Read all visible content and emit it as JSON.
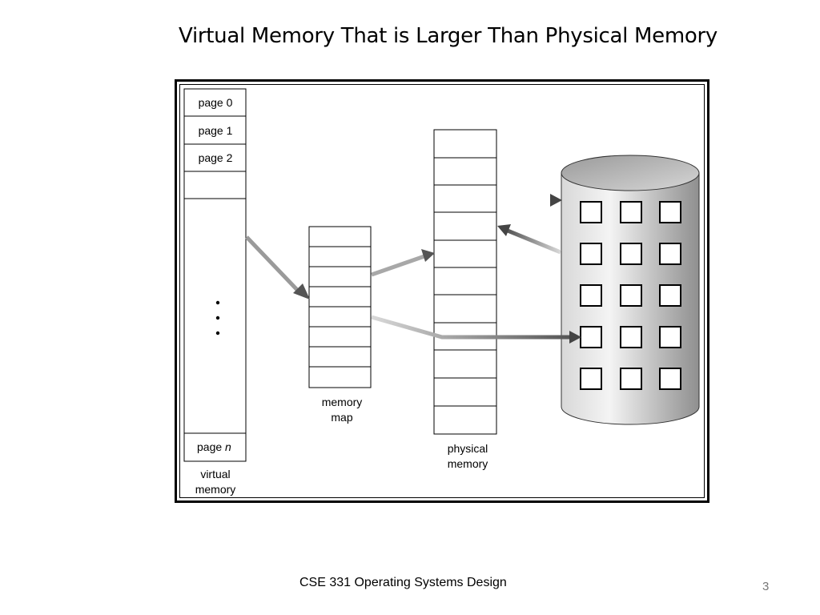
{
  "slide": {
    "title": "Virtual Memory That is Larger Than Physical Memory",
    "footer": "CSE 331 Operating Systems Design",
    "page_number": "3"
  },
  "diagram": {
    "virtual_memory": {
      "pages": [
        "page 0",
        "page 1",
        "page 2"
      ],
      "last_page_prefix": "page ",
      "last_page_var": "n",
      "ellipsis": "• • •",
      "label_line1": "virtual",
      "label_line2": "memory"
    },
    "memory_map": {
      "label_line1": "memory",
      "label_line2": "map"
    },
    "physical_memory": {
      "label_line1": "physical",
      "label_line2": "memory"
    },
    "backing_store": {
      "icon": "disk-cylinder-icon"
    }
  }
}
